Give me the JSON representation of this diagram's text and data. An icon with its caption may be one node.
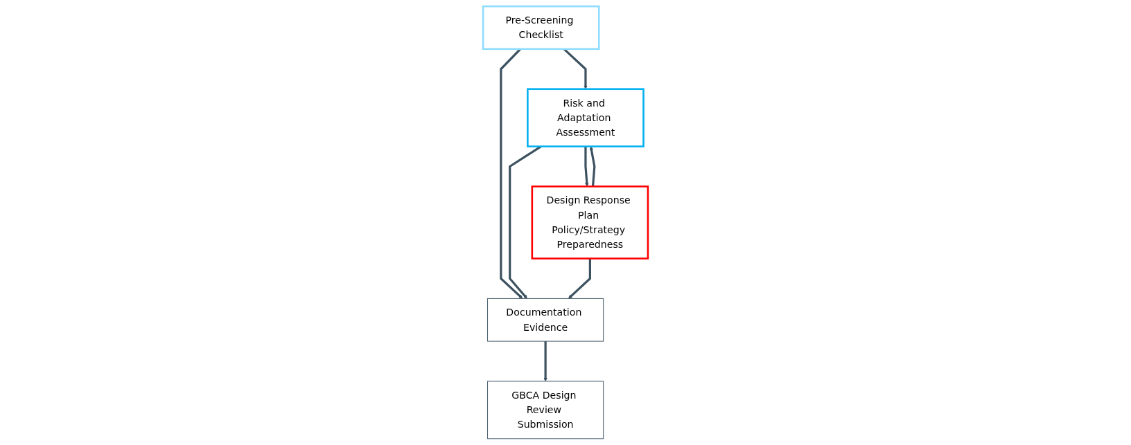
{
  "diagram": {
    "nodes": [
      {
        "text": [
          "Pre-Screening Checklist"
        ]
      },
      {
        "text": [
          "Risk and Adaptation Assessment"
        ]
      },
      {
        "text": [
          "Design Response Plan Policy/Strategy Preparedness"
        ]
      },
      {
        "text": [
          "Documentation Evidence"
        ]
      },
      {
        "text": [
          "GBCA Design Review Submission"
        ]
      }
    ],
    "edges": [
      {
        "from": 0,
        "to": 1,
        "arrow": "to"
      },
      {
        "from": 2,
        "to": 1,
        "arrow": "to"
      },
      {
        "from": 1,
        "to": 2,
        "arrow": "to"
      },
      {
        "from": 0,
        "to": 3,
        "arrow": "to"
      },
      {
        "from": 1,
        "to": 3,
        "arrow": "to"
      },
      {
        "from": 2,
        "to": 3,
        "arrow": "to"
      },
      {
        "from": 3,
        "to": 4,
        "arrow": "to"
      }
    ]
  }
}
